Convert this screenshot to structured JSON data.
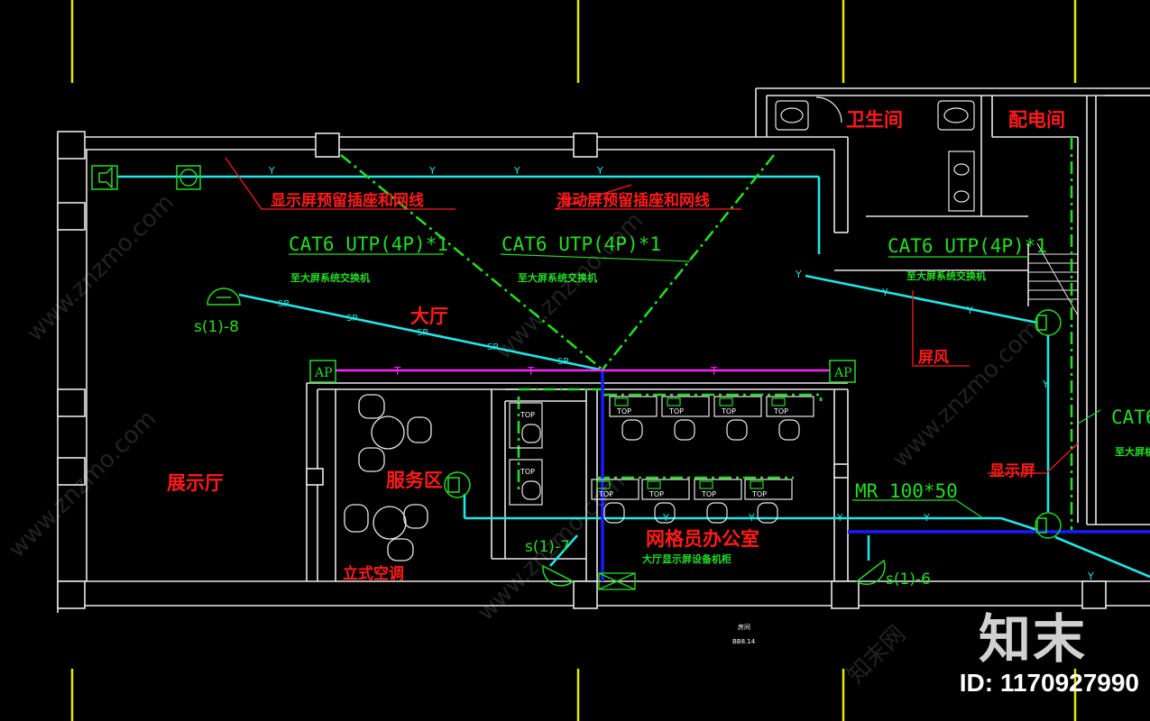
{
  "colors": {
    "background": "#000000",
    "wall": "#e8e8e8",
    "cable_y": "#22e6e6",
    "cable_t": "#ff22ff",
    "network_dash": "#22dd22",
    "blue_tray": "#1a1aff",
    "label_red": "#ff1a1a",
    "grid_yellow": "#e6e600"
  },
  "rooms": {
    "toilet": "卫生间",
    "power_room": "配电间",
    "hall": "大厅",
    "exhibition_hall": "展示厅",
    "service_area": "服务区",
    "grid_office": "网格员办公室"
  },
  "notes": {
    "display_socket": "显示屏预留插座和网线",
    "sliding_socket": "滑动屏预留插座和网线",
    "screen_wind": "屏风",
    "display_screen": "显示屏",
    "standing_ac": "立式空调"
  },
  "cables": {
    "cat6_a": "CAT6 UTP(4P)*1",
    "cat6_b": "CAT6 UTP(4P)*1",
    "cat6_c": "CAT6 UTP(4P)*1",
    "cat6_d_partial": "CAT6",
    "to_switch_a": "至大屏系统交换机",
    "to_switch_b": "至大屏系统交换机",
    "to_switch_c": "至大屏系统交换机",
    "to_switch_d_partial": "至大屏机",
    "tray": "MR 100*50",
    "cabinet": "大厅显示屏设备机柜"
  },
  "speakers": {
    "s8": "s(1)-8",
    "s7": "s(1)-7",
    "s6": "s(1)-6"
  },
  "markers": {
    "ap": "AP",
    "y": "Y",
    "t": "T",
    "sp": "SP",
    "top": "TOP"
  },
  "stamp": {
    "line1": "房间",
    "line2": "BB8.14"
  },
  "watermark": {
    "logo": "知末",
    "id": "ID: 1170927990",
    "site": "www.znzmo.com",
    "brand": "知末网"
  }
}
